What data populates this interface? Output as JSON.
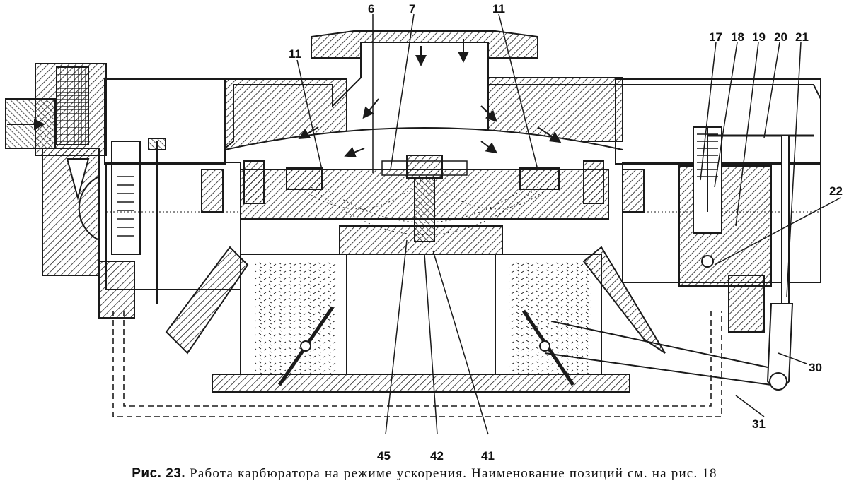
{
  "figure": {
    "caption_prefix": "Рис. 23.",
    "caption_text": "Работа карбюратора на режиме ускорения. Наименование позиций см. на рис. 18",
    "callouts": {
      "c6": "6",
      "c7": "7",
      "c11_left": "11",
      "c11_right": "11",
      "c17": "17",
      "c18": "18",
      "c19": "19",
      "c20": "20",
      "c21": "21",
      "c22": "22",
      "c30": "30",
      "c31": "31",
      "c45": "45",
      "c42": "42",
      "c41": "41"
    }
  },
  "style": {
    "ink": "#1a1a1a",
    "paper": "#ffffff"
  }
}
